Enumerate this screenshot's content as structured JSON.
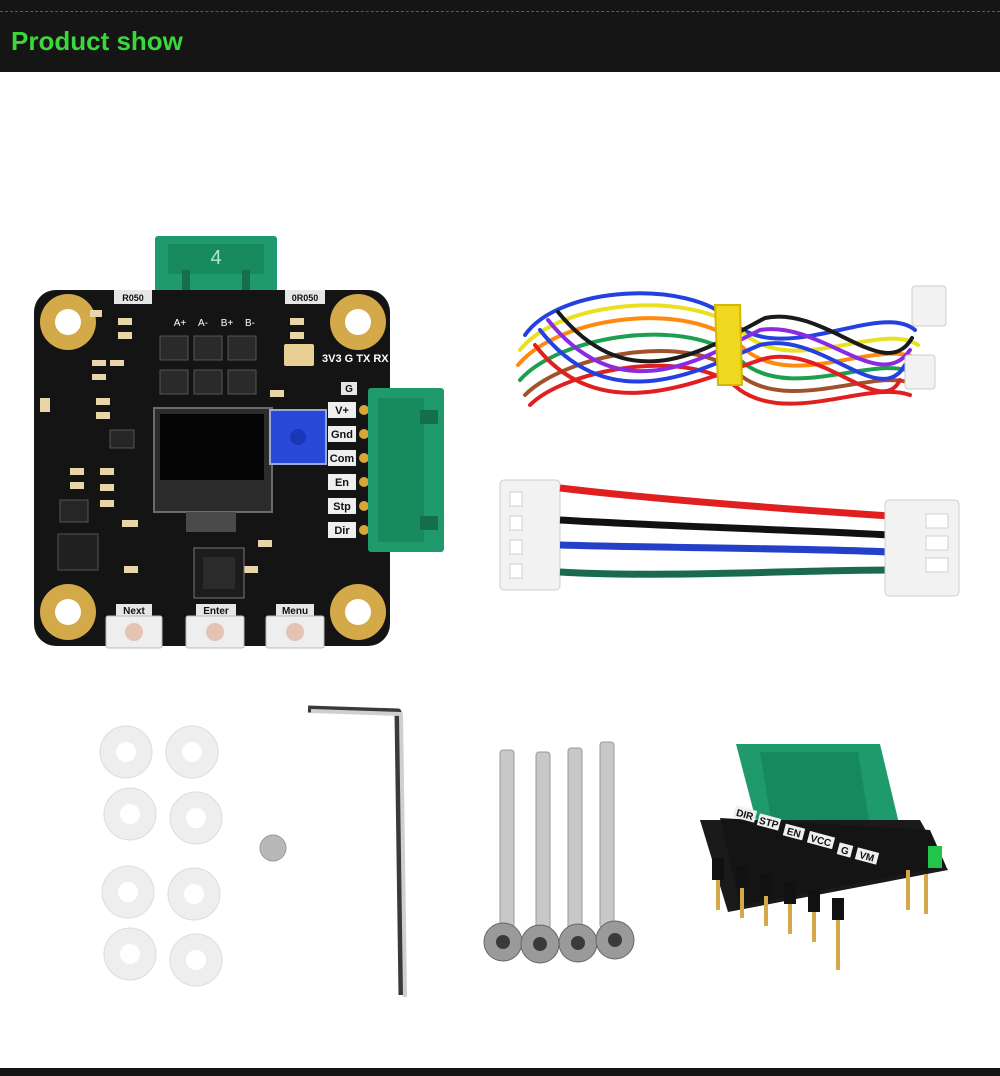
{
  "header": {
    "title": "Product show"
  },
  "board": {
    "top_connector_number": "4",
    "resistor_left": "R050",
    "resistor_right": "0R050",
    "motor_pins": [
      "A+",
      "A-",
      "B+",
      "B-"
    ],
    "uart_label": "3V3 G TX RX",
    "g_label": "G",
    "side_pins": [
      "V+",
      "Gnd",
      "Com",
      "En",
      "Stp",
      "Dir"
    ],
    "buttons": [
      "Next",
      "Enter",
      "Menu"
    ]
  },
  "adapter": {
    "pins": [
      "DIR",
      "STP",
      "EN",
      "VCC",
      "G",
      "VM"
    ]
  },
  "colors": {
    "header_bg": "#151515",
    "header_title": "#3ad83a",
    "pcb": "#141414",
    "connector": "#1f9a6c"
  }
}
